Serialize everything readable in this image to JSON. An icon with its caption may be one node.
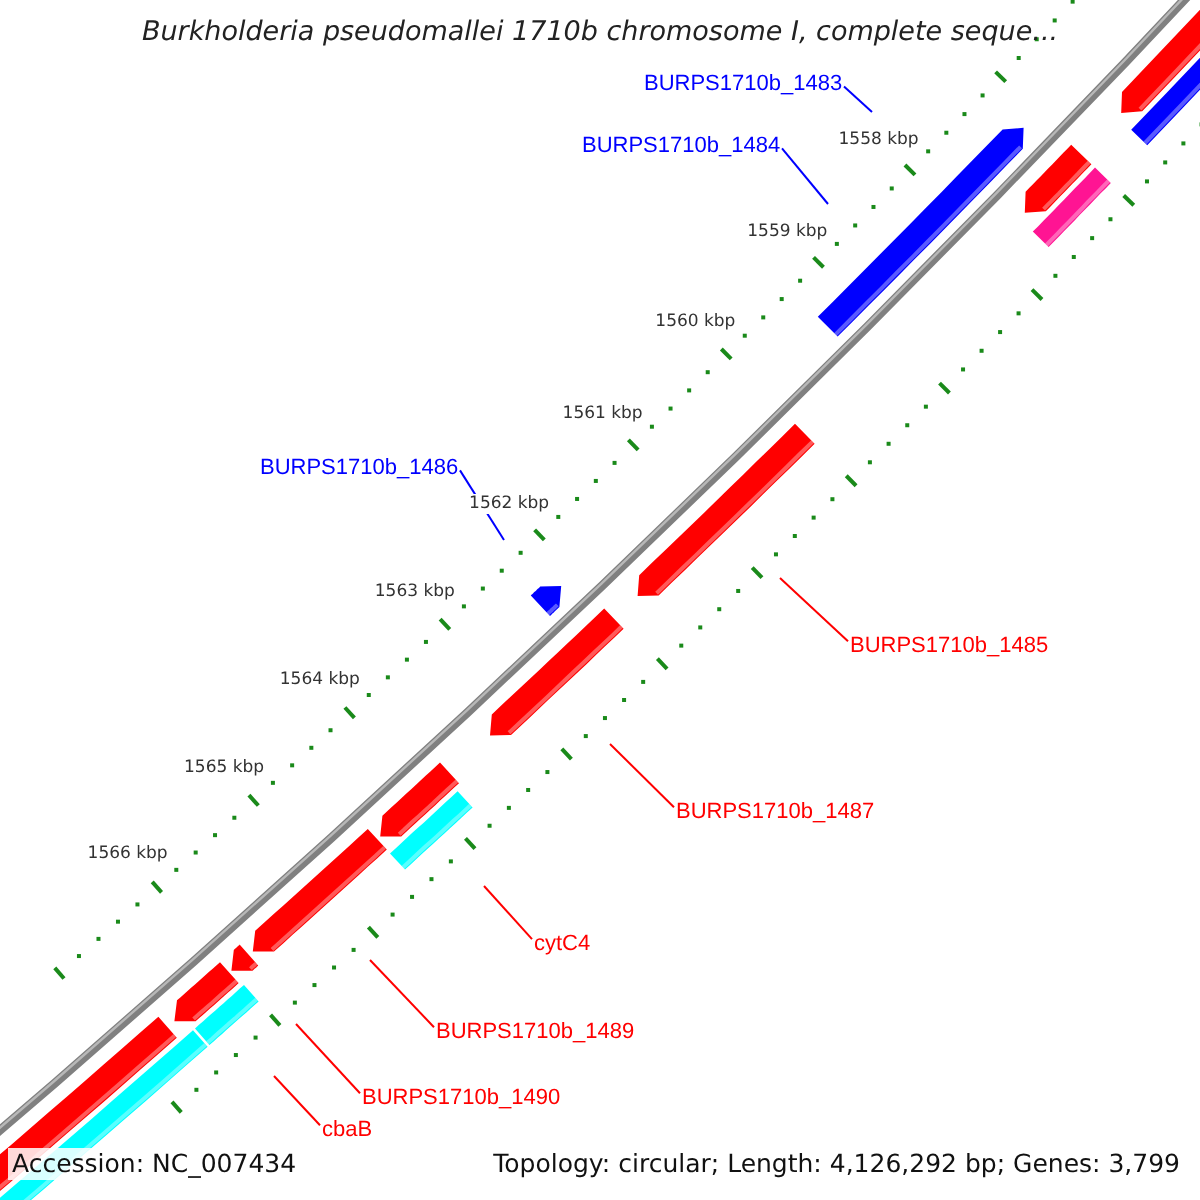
{
  "diagram": {
    "title": "Burkholderia pseudomallei 1710b chromosome I, complete seque...",
    "nodes": [
      {
        "text": [
          "BURPS1710b_1483"
        ]
      },
      {
        "text": [
          "BURPS1710b_1484"
        ]
      },
      {
        "text": [
          "BURPS1710b_1486"
        ]
      },
      {
        "text": [
          "BURPS1710b_1485"
        ]
      },
      {
        "text": [
          "BURPS1710b_1487"
        ]
      },
      {
        "text": [
          "cytC4"
        ]
      },
      {
        "text": [
          "BURPS1710b_1489"
        ]
      },
      {
        "text": [
          "BURPS1710b_1490"
        ]
      },
      {
        "text": [
          "cbaB"
        ]
      }
    ],
    "edges": [
      {
        "from": 0,
        "to": null,
        "arrow": "none",
        "color": "#0000ff"
      },
      {
        "from": 1,
        "to": null,
        "arrow": "none",
        "color": "#0000ff"
      },
      {
        "from": 2,
        "to": null,
        "arrow": "none",
        "color": "#0000ff"
      },
      {
        "from": 3,
        "to": null,
        "arrow": "none"
      },
      {
        "from": 4,
        "to": null,
        "arrow": "none"
      },
      {
        "from": 5,
        "to": null,
        "arrow": "none"
      },
      {
        "from": 6,
        "to": null,
        "arrow": "none"
      },
      {
        "from": 7,
        "to": null,
        "arrow": "none"
      },
      {
        "from": 8,
        "to": null,
        "arrow": "none"
      }
    ],
    "labels": [
      "1558 kbp",
      "1559 kbp",
      "1560 kbp",
      "1561 kbp",
      "1562 kbp",
      "1563 kbp",
      "1564 kbp",
      "1565 kbp",
      "1566 kbp",
      "Accession: NC_007434",
      "Topology: circular; Length: 4,126,292 bp; Genes: 3,799"
    ]
  }
}
